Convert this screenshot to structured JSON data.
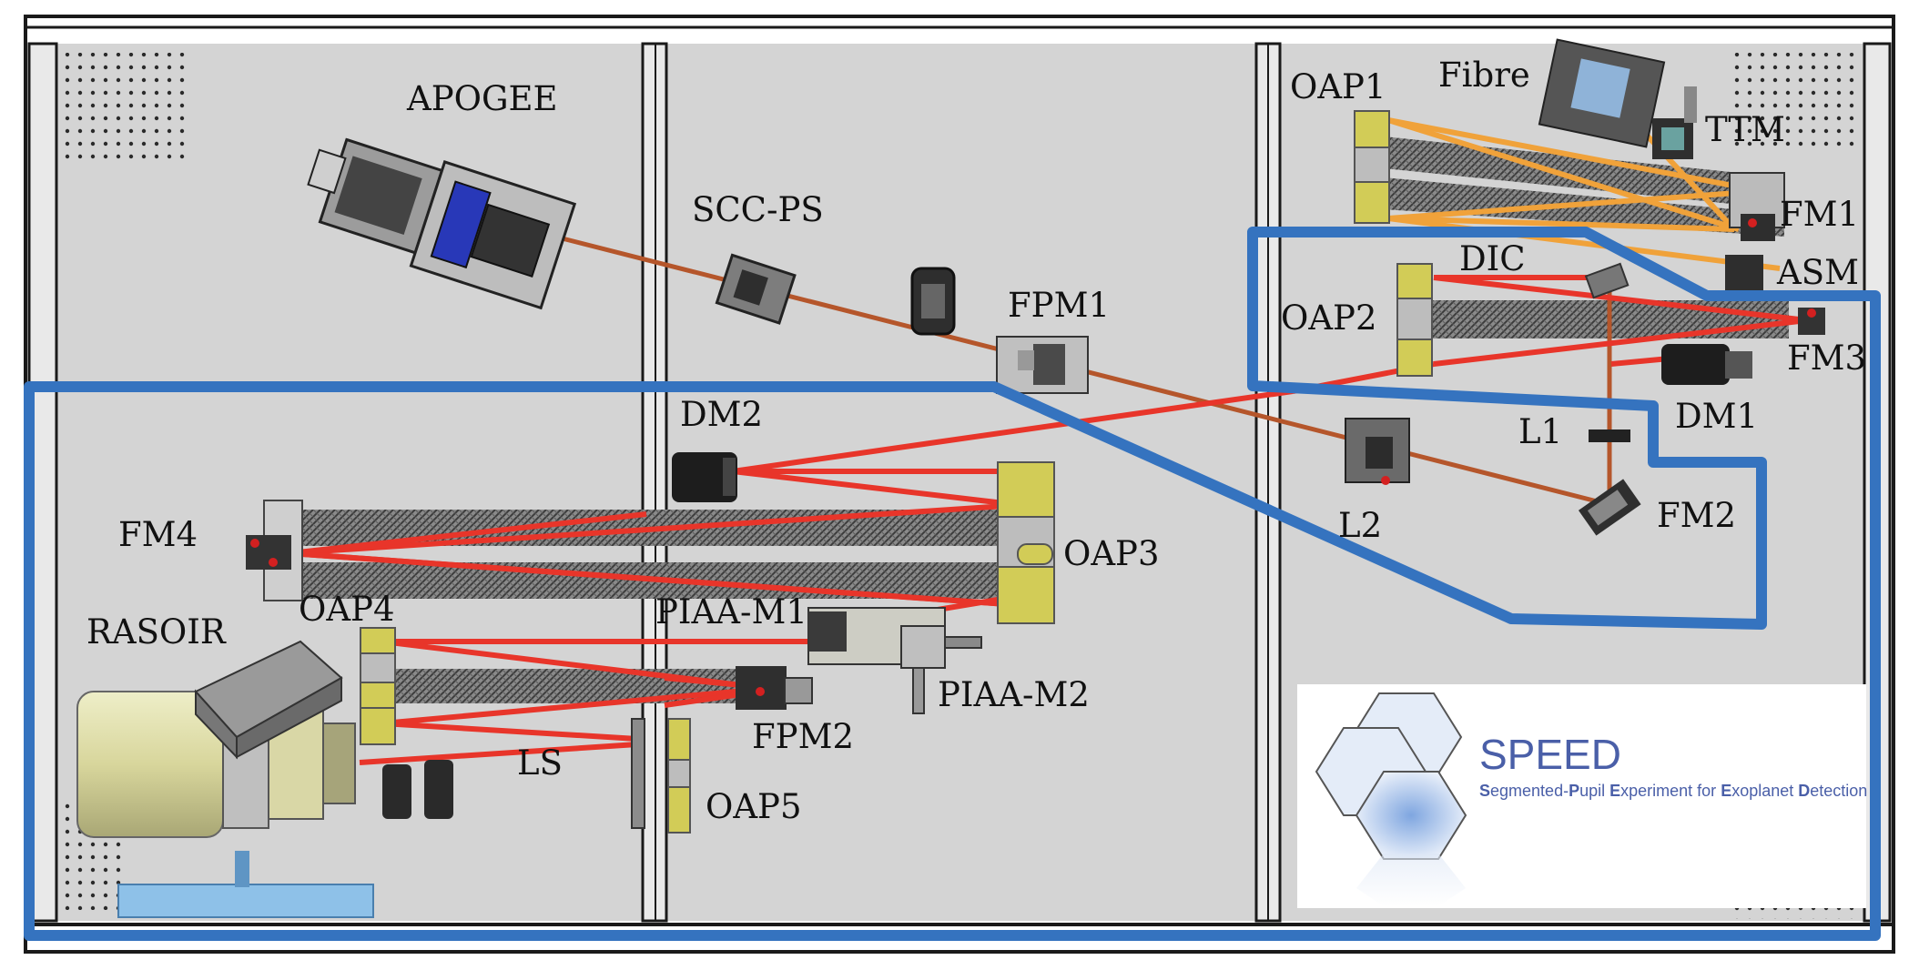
{
  "labels": {
    "apogee": "APOGEE",
    "scc_ps": "SCC-PS",
    "fpm1": "FPM1",
    "dm2": "DM2",
    "fm4": "FM4",
    "oap3": "OAP3",
    "rasoir": "RASOIR",
    "oap4": "OAP4",
    "piaa_m1": "PIAA-M1",
    "piaa_m2": "PIAA-M2",
    "fpm2": "FPM2",
    "ls": "LS",
    "oap5": "OAP5",
    "oap1": "OAP1",
    "fibre": "Fibre",
    "ttm": "TTM",
    "fm1": "FM1",
    "dic": "DIC",
    "asm": "ASM",
    "oap2": "OAP2",
    "fm3": "FM3",
    "dm1": "DM1",
    "l1": "L1",
    "l2": "L2",
    "fm2": "FM2"
  },
  "logo": {
    "title": "SPEED",
    "subtitle_parts": [
      {
        "cap": "S",
        "rest": "egmented-"
      },
      {
        "cap": "P",
        "rest": "upil "
      },
      {
        "cap": "E",
        "rest": "xperiment for "
      },
      {
        "cap": "E",
        "rest": "xoplanet "
      },
      {
        "cap": "D",
        "rest": "etection"
      }
    ]
  },
  "colors": {
    "bench": "#d4d4d4",
    "frame": "#1a1a1a",
    "highlight_outline": "#3573bf",
    "beam_red": "#e8352a",
    "beam_orange": "#f0a23a",
    "beam_brown": "#b5562b",
    "mirror_yellow": "#d2cc57",
    "logo_text": "#4a5fa8"
  }
}
